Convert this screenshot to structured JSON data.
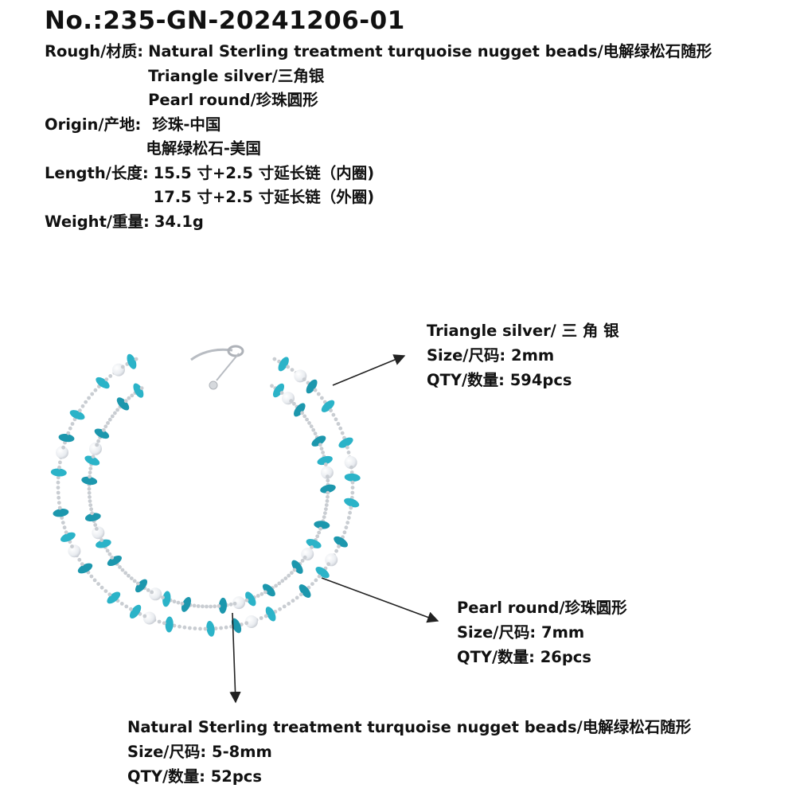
{
  "title": "No.:235-GN-20241206-01",
  "specs": [
    {
      "label": "Rough/材质:",
      "values": [
        "Natural Sterling treatment turquoise nugget beads/电解绿松石随形",
        "Triangle silver/三角银",
        "Pearl round/珍珠圆形"
      ]
    },
    {
      "label": "Origin/产地:",
      "values": [
        "珍珠-中国",
        "电解绿松石-美国"
      ]
    },
    {
      "label": "Length/长度:",
      "values": [
        "15.5 寸+2.5 寸延长链（内圈)",
        "17.5 寸+2.5 寸延长链（外圈)"
      ]
    },
    {
      "label": "Weight/重量:",
      "values": [
        "34.1g"
      ]
    }
  ],
  "callouts": {
    "triangle_silver": {
      "name": "Triangle silver/ 三 角 银",
      "size": "Size/尺码: 2mm",
      "qty": "QTY/数量:  594pcs"
    },
    "pearl_round": {
      "name": "Pearl round/珍珠圆形",
      "size": "Size/尺码: 7mm",
      "qty": "QTY/数量: 26pcs"
    },
    "turquoise": {
      "name": "Natural Sterling treatment turquoise nugget beads/电解绿松石随形",
      "size": "Size/尺码: 5-8mm",
      "qty": "QTY/数量: 52pcs"
    }
  },
  "colors": {
    "turquoise": "#2bb3c8",
    "turquoise_dark": "#1c97ad",
    "pearl": "#eef0f3",
    "silver": "#c9cdd2",
    "arrow": "#222222"
  }
}
